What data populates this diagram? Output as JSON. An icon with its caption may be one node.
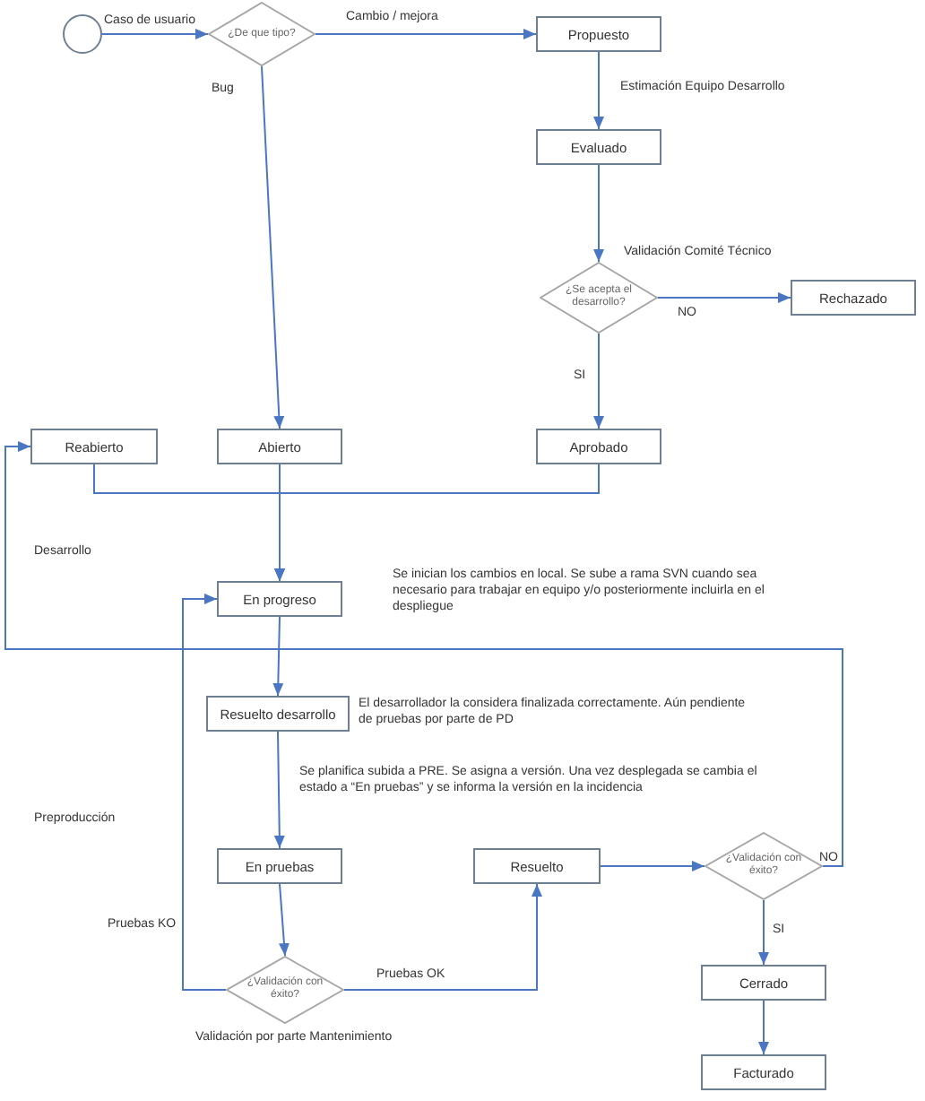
{
  "diagram": {
    "nodes": [
      {
        "text": [],
        "shape": "circle"
      },
      {
        "text": [
          "¿De que tipo?"
        ]
      },
      {
        "text": [
          "Propuesto"
        ]
      },
      {
        "text": [
          "Evaluado"
        ]
      },
      {
        "text": [
          "¿Se acepta el desarrollo?"
        ]
      },
      {
        "text": [
          "Rechazado"
        ]
      },
      {
        "text": [
          "Reabierto"
        ]
      },
      {
        "text": [
          "Abierto"
        ]
      },
      {
        "text": [
          "Aprobado"
        ]
      },
      {
        "text": [
          "En progreso"
        ],
        "beside": [
          "Se inician los cambios en local. Se sube a rama SVN cuando sea necesario para trabajar en equipo y/o posteriormente incluirla en el despliegue"
        ]
      },
      {
        "text": [
          "Resuelto desarrollo"
        ],
        "beside": [
          "El desarrollador la considera finalizada correctamente. Aún pendiente de pruebas por parte de PD"
        ]
      },
      {
        "text": [
          "En pruebas"
        ]
      },
      {
        "text": [
          "¿Validación con éxito?"
        ],
        "beside": [
          "Validación por parte Mantenimiento"
        ]
      },
      {
        "text": [
          "Resuelto"
        ]
      },
      {
        "text": [
          "¿Validación con éxito?"
        ]
      },
      {
        "text": [
          "Cerrado"
        ]
      },
      {
        "text": [
          "Facturado"
        ]
      }
    ],
    "edges": [
      {
        "from": 0,
        "to": 1,
        "arrow": "to",
        "label": "Caso de usuario"
      },
      {
        "from": 1,
        "to": 2,
        "arrow": "to",
        "label": "Cambio / mejora"
      },
      {
        "from": 1,
        "to": 7,
        "arrow": "to",
        "label": "Bug"
      },
      {
        "from": 2,
        "to": 3,
        "arrow": "to",
        "label": "Estimación Equipo Desarrollo"
      },
      {
        "from": 3,
        "to": 4,
        "arrow": "to",
        "label": "Validación Comité Técnico"
      },
      {
        "from": 4,
        "to": 5,
        "arrow": "to",
        "label": "NO"
      },
      {
        "from": 4,
        "to": 8,
        "arrow": "to",
        "label": "SI"
      },
      {
        "from": 6,
        "to": 9,
        "arrow": "to"
      },
      {
        "from": 7,
        "to": 9,
        "arrow": "to"
      },
      {
        "from": 8,
        "to": 9,
        "arrow": "to"
      },
      {
        "from": 9,
        "to": 10,
        "arrow": "to"
      },
      {
        "from": 10,
        "to": 11,
        "arrow": "to",
        "label": "Se planifica subida a PRE. Se asigna a versión. Una vez desplegada se cambia el estado a “En pruebas” y se informa la versión en la incidencia"
      },
      {
        "from": 11,
        "to": 12,
        "arrow": "to"
      },
      {
        "from": 12,
        "to": 9,
        "arrow": "to",
        "label": "Pruebas KO"
      },
      {
        "from": 12,
        "to": 13,
        "arrow": "to",
        "label": "Pruebas OK"
      },
      {
        "from": 13,
        "to": 14,
        "arrow": "to"
      },
      {
        "from": 14,
        "to": 6,
        "arrow": "to",
        "label": "NO"
      },
      {
        "from": 14,
        "to": 15,
        "arrow": "to",
        "label": "SI"
      },
      {
        "from": 15,
        "to": 16,
        "arrow": "to"
      }
    ],
    "labels": [
      "Desarrollo",
      "Preproducción"
    ]
  }
}
